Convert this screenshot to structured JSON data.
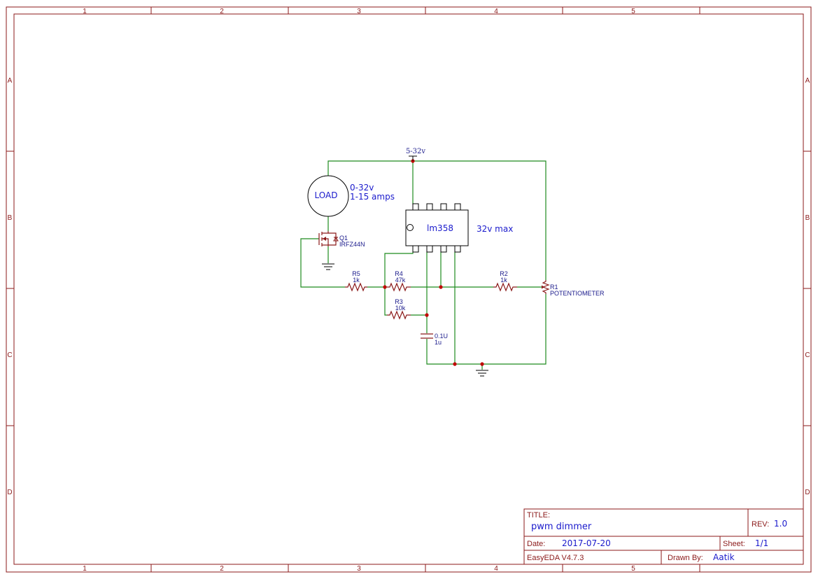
{
  "frame": {
    "columns": [
      "1",
      "2",
      "3",
      "4",
      "5"
    ],
    "rows": [
      "A",
      "B",
      "C",
      "D"
    ]
  },
  "supply": {
    "label": "5-32v"
  },
  "load": {
    "label": "LOAD",
    "voltage": "0-32v",
    "current": "1-15 amps"
  },
  "ic": {
    "part": "lm358",
    "note": "32v max"
  },
  "q1": {
    "designator": "Q1",
    "part": "IRFZ44N"
  },
  "r5": {
    "designator": "R5",
    "value": "1k"
  },
  "r4": {
    "designator": "R4",
    "value": "47k"
  },
  "r3": {
    "designator": "R3",
    "value": "10k"
  },
  "r2": {
    "designator": "R2",
    "value": "1k"
  },
  "r1": {
    "designator": "R1",
    "part": "POTENTIOMETER"
  },
  "c1": {
    "value_top": "0.1U",
    "value_bottom": "1u"
  },
  "title_block": {
    "title_label": "TITLE:",
    "title": "pwm dimmer",
    "rev_label": "REV:",
    "rev": "1.0",
    "date_label": "Date:",
    "date": "2017-07-20",
    "sheet_label": "Sheet:",
    "sheet": "1/1",
    "software": "EasyEDA V4.7.3",
    "drawn_by_label": "Drawn By:",
    "drawn_by": "Aatik"
  }
}
